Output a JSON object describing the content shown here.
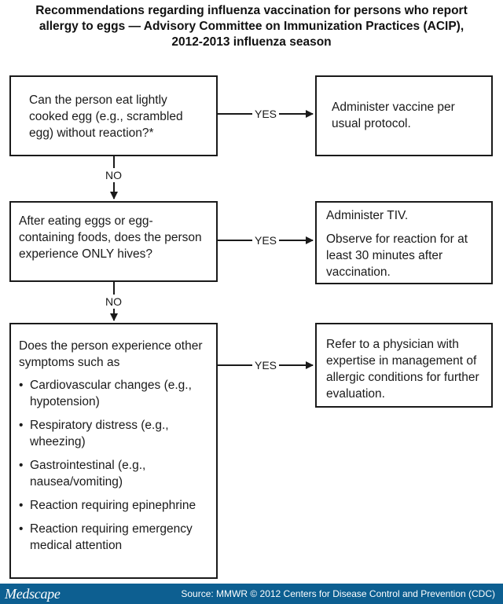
{
  "title": {
    "line1": "Recommendations regarding influenza vaccination for persons who report",
    "line2": "allergy to eggs — Advisory Committee on Immunization Practices (ACIP),",
    "line3": "2012-2013 influenza season"
  },
  "q1": "Can the person eat lightly cooked egg (e.g., scrambled egg) without reaction?*",
  "a1": "Administer vaccine per usual protocol.",
  "q2": "After eating eggs or egg-containing foods, does the person experience ONLY hives?",
  "a2": {
    "line1": "Administer TIV.",
    "line2": "Observe for reaction for at least 30 minutes after vaccination."
  },
  "q3": {
    "intro": "Does the person experience other symptoms such as",
    "bullet": "•",
    "items": [
      "Cardiovascular changes (e.g., hypotension)",
      "Respiratory distress (e.g., wheezing)",
      "Gastrointestinal (e.g., nausea/vomiting)",
      "Reaction requiring epinephrine",
      "Reaction requiring emergency medical attention"
    ]
  },
  "a3": "Refer to a physician with expertise in management of allergic conditions for further evaluation.",
  "labels": {
    "yes": "YES",
    "no": "NO"
  },
  "footer": {
    "logo": "Medscape",
    "source": "Source: MMWR © 2012 Centers for Disease Control and Prevention (CDC)"
  },
  "colors": {
    "footer_bg": "#0d5f91",
    "line": "#1a1a1a"
  }
}
